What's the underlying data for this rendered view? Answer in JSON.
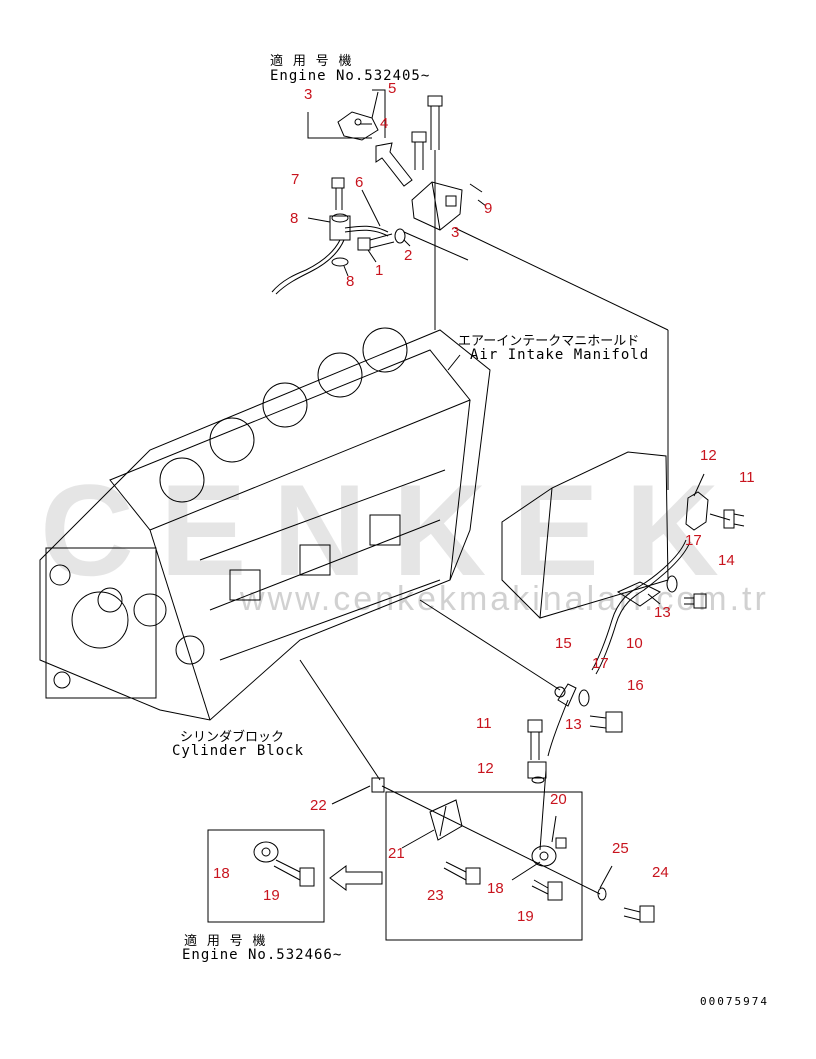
{
  "colors": {
    "line": "#000000",
    "callout": "#c8141e",
    "watermark": "#a0a0a0"
  },
  "watermark": {
    "brand": "CENKEK",
    "url": "www.cenkekmakinalari.com.tr"
  },
  "labels": {
    "top_applicable_jp": "適 用 号 機",
    "top_engine_no": "Engine No.532405~",
    "manifold_jp": "エアーインテークマニホールド",
    "manifold_en": "Air Intake Manifold",
    "block_jp": "シリンダブロック",
    "block_en": "Cylinder Block",
    "bottom_applicable_jp": "適 用 号 機",
    "bottom_engine_no": "Engine No.532466~",
    "doc_number": "00075974"
  },
  "callouts": [
    {
      "id": "c3a",
      "text": "3"
    },
    {
      "id": "c5",
      "text": "5"
    },
    {
      "id": "c4",
      "text": "4"
    },
    {
      "id": "c7",
      "text": "7"
    },
    {
      "id": "c6",
      "text": "6"
    },
    {
      "id": "c9",
      "text": "9"
    },
    {
      "id": "c8a",
      "text": "8"
    },
    {
      "id": "c3b",
      "text": "3"
    },
    {
      "id": "c2",
      "text": "2"
    },
    {
      "id": "c1",
      "text": "1"
    },
    {
      "id": "c8b",
      "text": "8"
    },
    {
      "id": "c12a",
      "text": "12"
    },
    {
      "id": "c11a",
      "text": "11"
    },
    {
      "id": "c17a",
      "text": "17"
    },
    {
      "id": "c14",
      "text": "14"
    },
    {
      "id": "c13a",
      "text": "13"
    },
    {
      "id": "c10",
      "text": "10"
    },
    {
      "id": "c15",
      "text": "15"
    },
    {
      "id": "c17b",
      "text": "17"
    },
    {
      "id": "c16",
      "text": "16"
    },
    {
      "id": "c13b",
      "text": "13"
    },
    {
      "id": "c11b",
      "text": "11"
    },
    {
      "id": "c12b",
      "text": "12"
    },
    {
      "id": "c20",
      "text": "20"
    },
    {
      "id": "c22",
      "text": "22"
    },
    {
      "id": "c21",
      "text": "21"
    },
    {
      "id": "c25",
      "text": "25"
    },
    {
      "id": "c18a",
      "text": "18"
    },
    {
      "id": "c19a",
      "text": "19"
    },
    {
      "id": "c23",
      "text": "23"
    },
    {
      "id": "c18b",
      "text": "18"
    },
    {
      "id": "c24",
      "text": "24"
    },
    {
      "id": "c19b",
      "text": "19"
    }
  ]
}
